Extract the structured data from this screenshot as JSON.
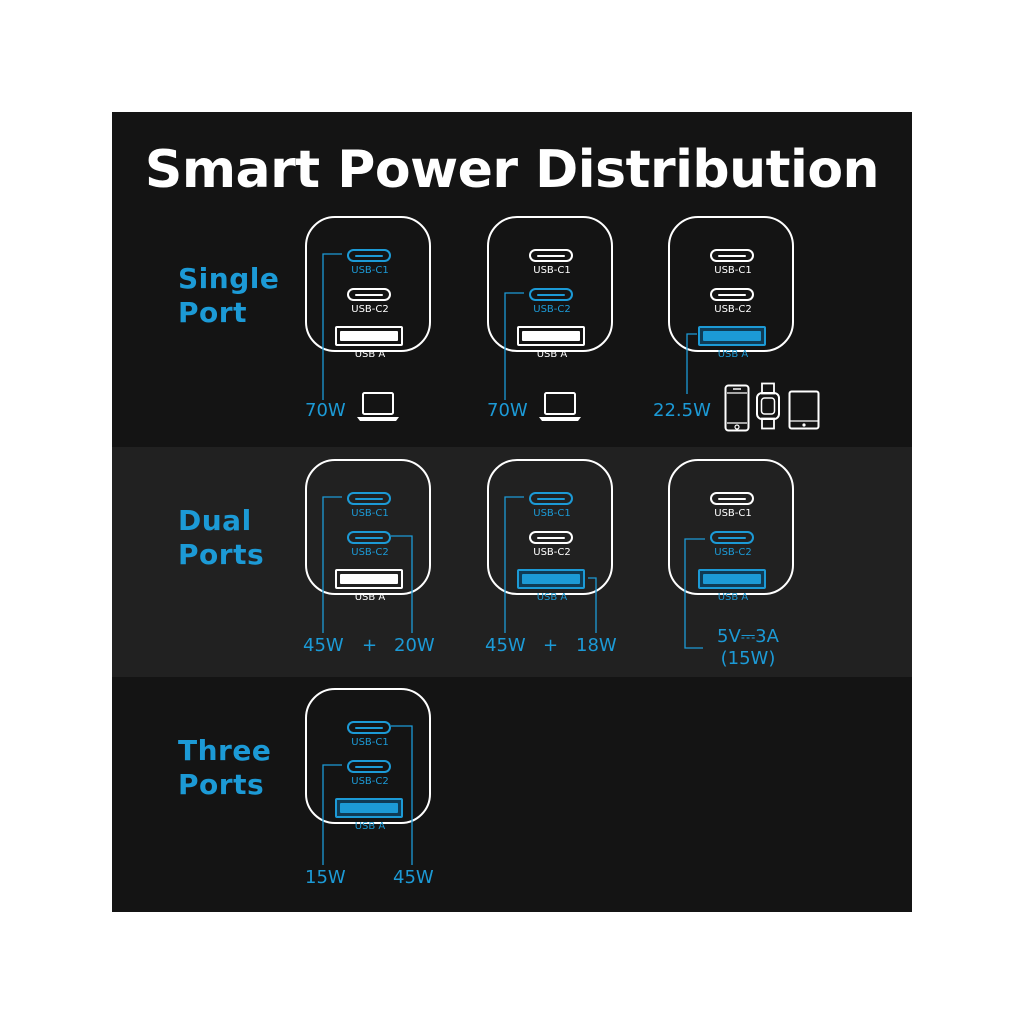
{
  "title": "Smart Power Distribution",
  "colors": {
    "background": "#141414",
    "band": "#212121",
    "accent": "#1c9ad6",
    "outline": "#ffffff"
  },
  "port_labels": {
    "c1": "USB-C1",
    "c2": "USB-C2",
    "a": "USB A"
  },
  "rows": {
    "single": {
      "label_lines": [
        "Single",
        "Port"
      ],
      "configs": [
        {
          "active": [
            "c1"
          ],
          "outputs": [
            "70W"
          ],
          "device": "laptop-icon"
        },
        {
          "active": [
            "c2"
          ],
          "outputs": [
            "70W"
          ],
          "device": "laptop-icon"
        },
        {
          "active": [
            "a"
          ],
          "outputs": [
            "22.5W"
          ],
          "devices": [
            "phone-icon",
            "watch-icon",
            "tablet-icon"
          ]
        }
      ]
    },
    "dual": {
      "label_lines": [
        "Dual",
        "Ports"
      ],
      "configs": [
        {
          "active": [
            "c1",
            "c2"
          ],
          "outputs": [
            "45W",
            "+",
            "20W"
          ]
        },
        {
          "active": [
            "c1",
            "a"
          ],
          "outputs": [
            "45W",
            "+",
            "18W"
          ]
        },
        {
          "active": [
            "c2",
            "a"
          ],
          "outputs": [
            "5V⎓3A",
            "(15W)"
          ]
        }
      ]
    },
    "three": {
      "label_lines": [
        "Three",
        "Ports"
      ],
      "configs": [
        {
          "active": [
            "c1",
            "c2",
            "a"
          ],
          "outputs": [
            "15W",
            "45W"
          ]
        }
      ]
    }
  }
}
